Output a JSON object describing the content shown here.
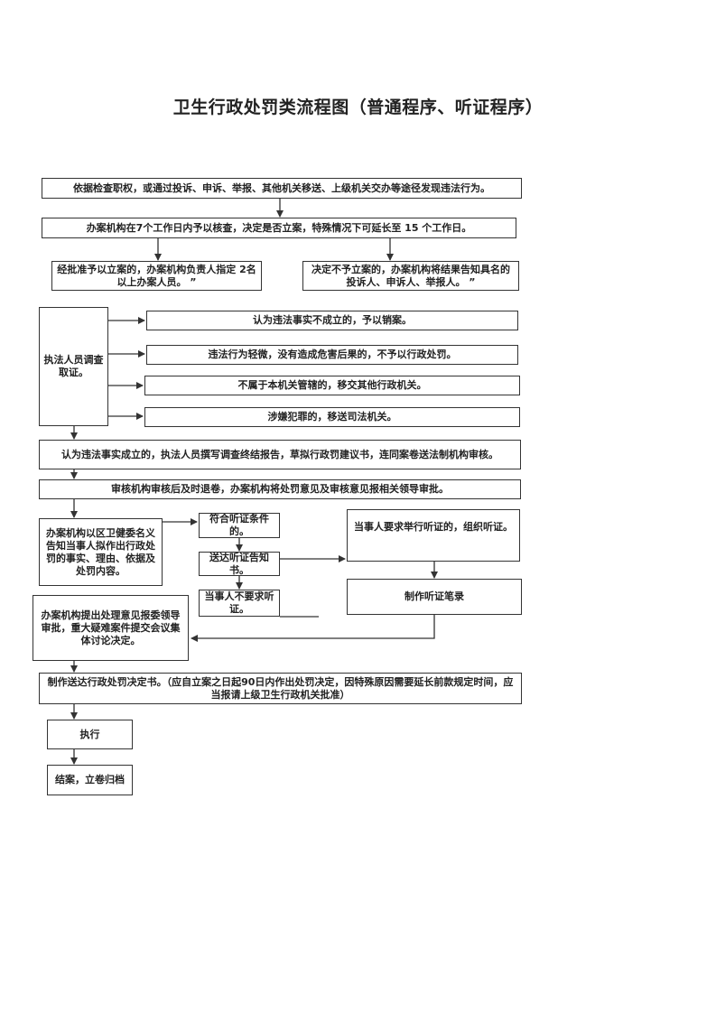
{
  "title": "卫生行政处罚类流程图（普通程序、听证程序）",
  "nodes": {
    "discover": "依据检查职权，或通过投诉、申诉、举报、其他机关移送、上级机关交办等途径发现违法行为。",
    "review": "办案机构在7个工作日内予以核查，决定是否立案，特殊情况下可延长至 15 个工作日。",
    "approve_case": "经批准予以立案的，办案机构负责人指定 2名以上办案人员。 ”",
    "reject_case": "决定不予立案的，办案机构将结果告知具名的投诉人、申诉人、举报人。 ”",
    "investigate": "执法人员调查取证。",
    "not_established": "认为违法事实不成立的，予以销案。",
    "minor": "违法行为轻微，没有造成危害后果的，不予以行政处罚。",
    "transfer": "不属于本机关管辖的，移交其他行政机关。",
    "judicial": "涉嫌犯罪的，移送司法机关。",
    "established": "认为违法事实成立的，执法人员撰写调查终结报告，草拟行政罚建议书，连同案卷送法制机构审核。",
    "legal_review": "审核机构审核后及时退卷，办案机构将处罚意见及审核意见报相关领导审批。",
    "notify": "办案机构以区卫健委名义告知当事人拟作出行政处罚的事实、理由、依据及处罚内容。",
    "hearing_eligible": "符合听证条件的。",
    "hearing_notice": "送达听证告知书。",
    "no_hearing": "当事人不要求听证。",
    "request_hearing": "当事人要求举行听证的，组织听证。",
    "hearing_record": "制作听证笔录",
    "opinion": "办案机构提出处理意见报委领导审批，重大疑难案件提交会议集体讨论决定。",
    "decision": "制作送达行政处罚决定书。（应自立案之日起90日内作出处罚决定，因特殊原因需要延长前款规定时间，应当报请上级卫生行政机关批准）",
    "execute": "执行",
    "close": "结案，立卷归档"
  }
}
